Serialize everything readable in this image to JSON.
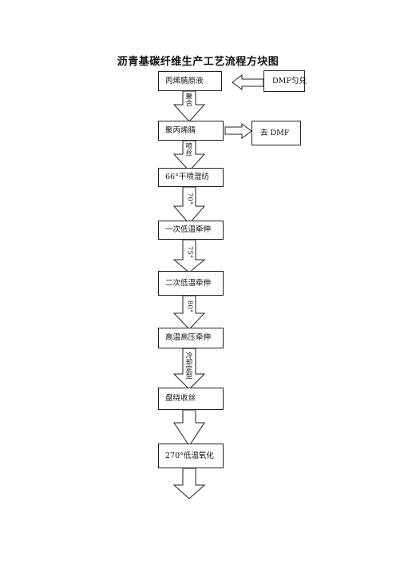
{
  "title": "沥青基碳纤维生产工艺流程方块图",
  "steps": [
    "丙烯腈原液",
    "聚丙烯腈",
    "66°干喷湿纺",
    "一次低温牵伸",
    "二次低温牵伸",
    "高温高压牵伸",
    "盘绕收丝",
    "270°低温氧化"
  ],
  "side_inputs": {
    "dmf_in": "DMF匀兑",
    "dmf_out": "去 DMF"
  },
  "arrow_labels": {
    "a1": "聚合",
    "a2": "喷丝",
    "a3": "70°",
    "a4": "75°",
    "a5": "80°",
    "a6": "冷却定型"
  }
}
